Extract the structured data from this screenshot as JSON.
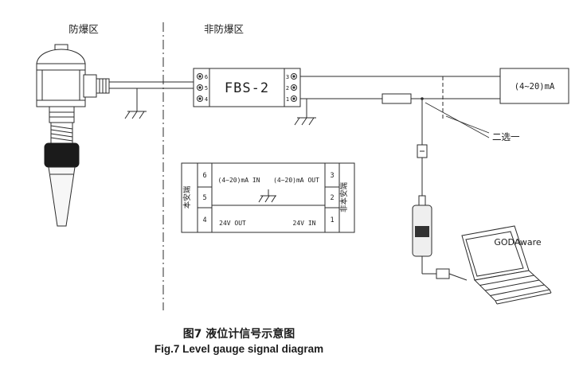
{
  "diagram": {
    "zones": {
      "hazardous": "防爆区",
      "safe": "非防爆区"
    },
    "barrier": {
      "label": "FBS-2",
      "left_terminals": [
        "6",
        "5",
        "4"
      ],
      "right_terminals": [
        "3",
        "2",
        "1"
      ]
    },
    "output_box_label": "(4~20)mA",
    "choice_label": "二选一",
    "software_label": "GODAware",
    "terminal_detail": {
      "left_side_label": "本安端",
      "right_side_label": "非本安端",
      "left_terminals": [
        "6",
        "5",
        "4"
      ],
      "right_terminals": [
        "3",
        "2",
        "1"
      ],
      "row_top_left": "(4~20)mA IN",
      "row_top_right": "(4~20)mA OUT",
      "row_bottom_left": "24V OUT",
      "row_bottom_right": "24V IN"
    },
    "caption": {
      "zh": "图7  液位计信号示意图",
      "en": "Fig.7  Level gauge signal diagram"
    },
    "colors": {
      "line": "#2b2b2b",
      "dark_fill": "#1b1b1b"
    }
  }
}
